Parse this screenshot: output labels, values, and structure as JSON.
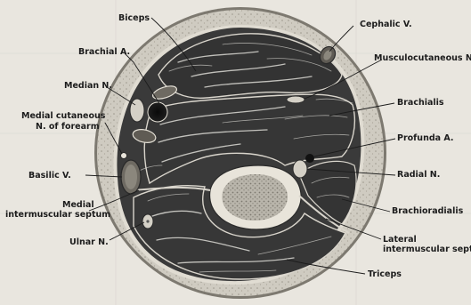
{
  "labels": {
    "biceps": "Biceps",
    "brachial_a": "Brachial A.",
    "median_n": "Median N.",
    "medial_cutaneous_1": "Medial cutaneous",
    "medial_cutaneous_2": "N. of forearm",
    "basilic_v": "Basilic V.",
    "medial_septum_1": "Medial",
    "medial_septum_2": "intermuscular septum",
    "ulnar_n": "Ulnar N.",
    "cephalic_v": "Cephalic V.",
    "musculocutaneous_n": "Musculocutaneous N.",
    "brachialis": "Brachialis",
    "profunda_a": "Profunda A.",
    "radial_n": "Radial N.",
    "brachioradialis": "Brachioradialis",
    "lateral_septum_1": "Lateral",
    "lateral_septum_2": "intermuscular septum",
    "triceps": "Triceps"
  }
}
